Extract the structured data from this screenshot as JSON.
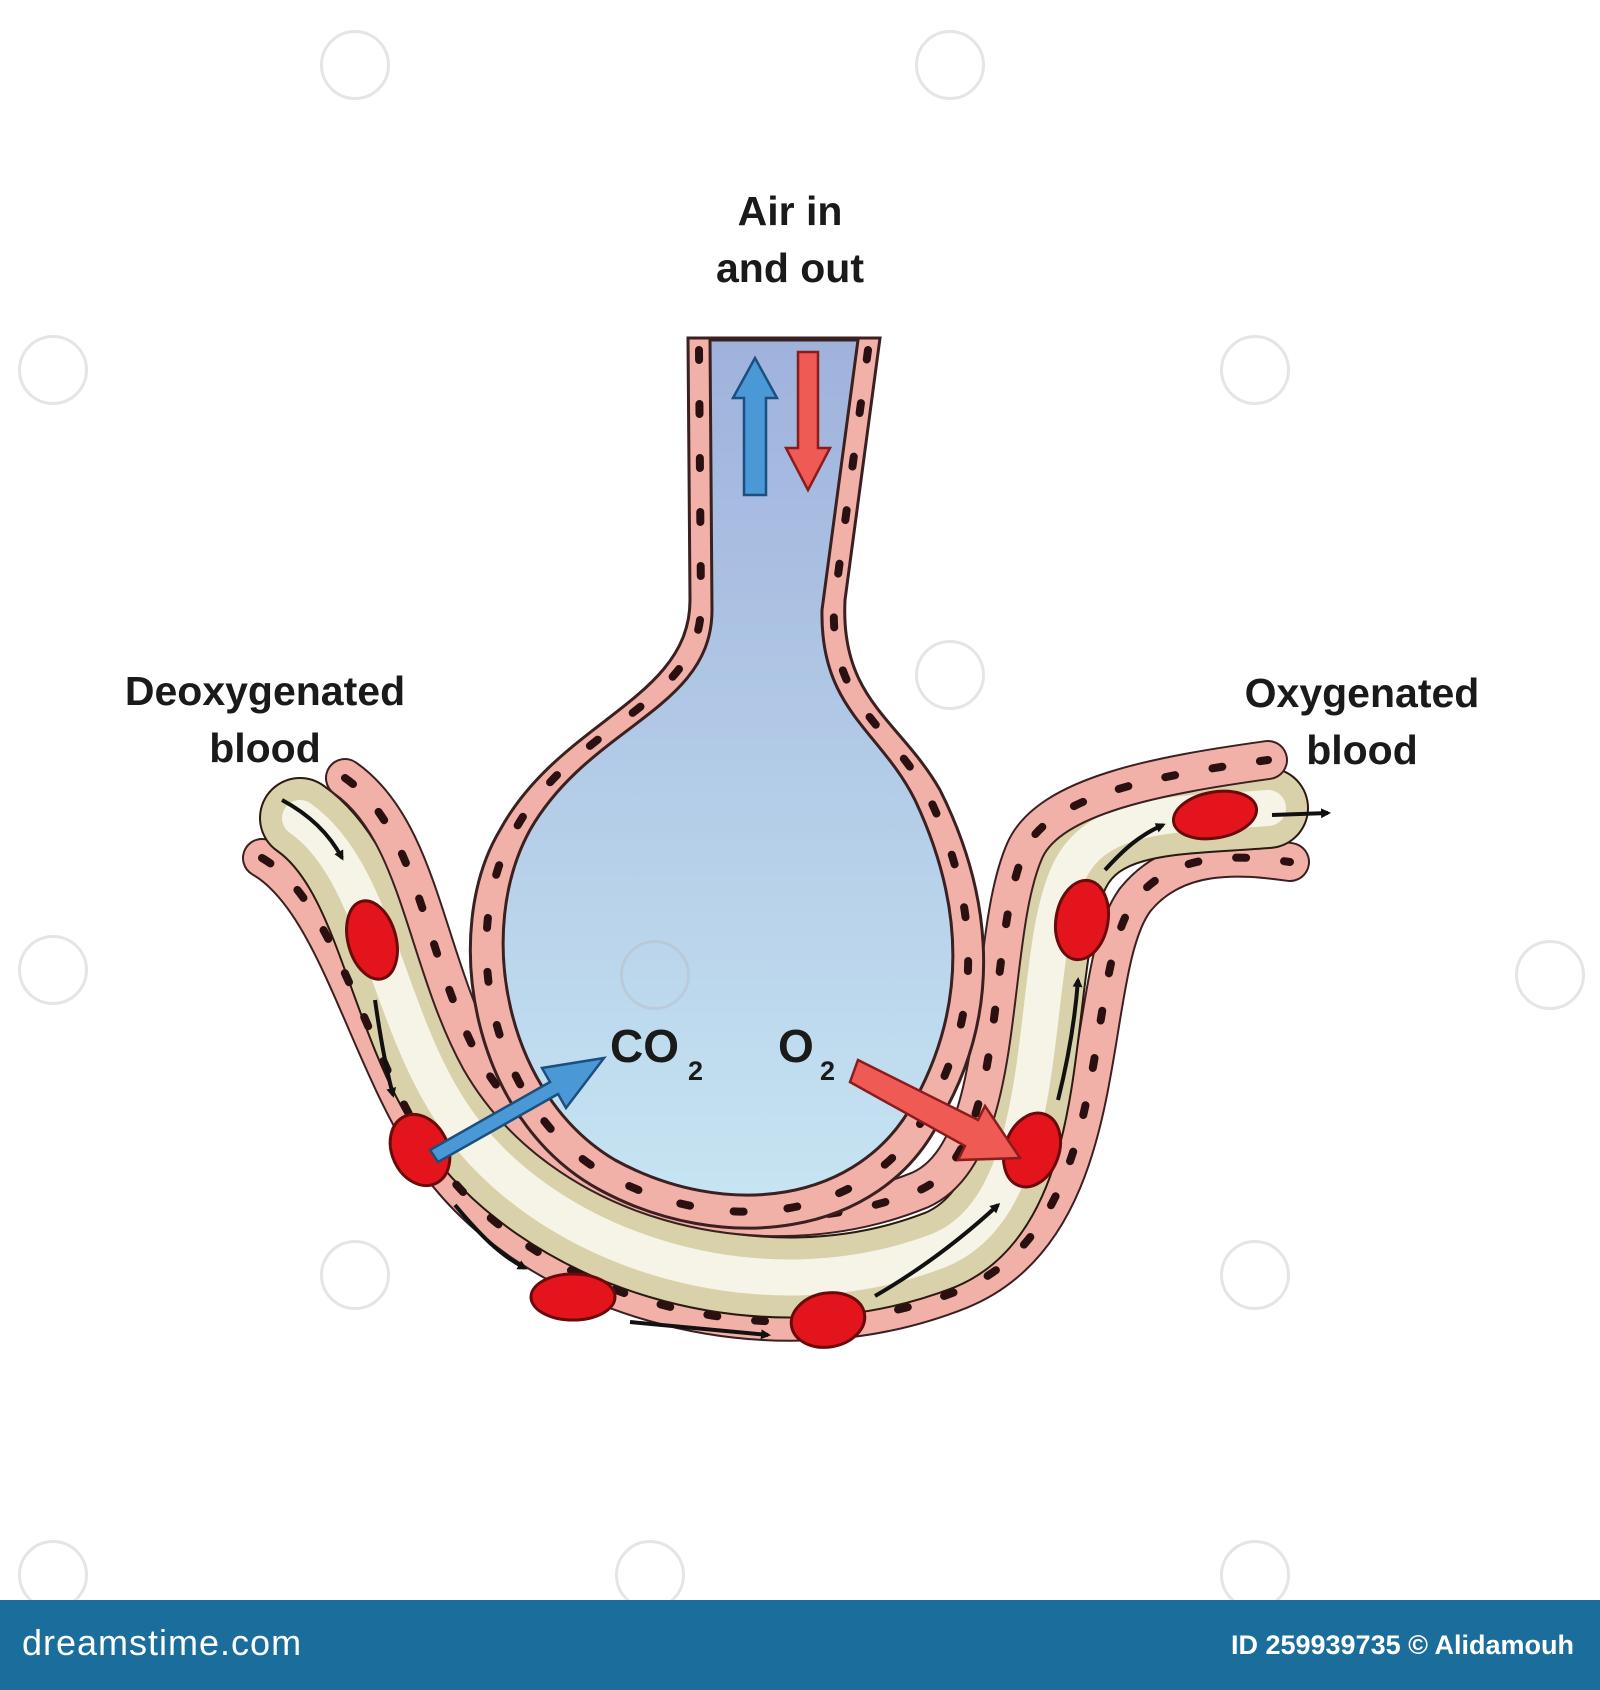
{
  "labels": {
    "air": [
      "Air in",
      "and out"
    ],
    "deoxygenated": [
      "Deoxygenated",
      "blood"
    ],
    "oxygenated": [
      "Oxygenated",
      "blood"
    ],
    "co2": {
      "main": "CO",
      "sub": "2"
    },
    "o2": {
      "main": "O",
      "sub": "2"
    }
  },
  "footer": {
    "brand": "dreamstime.com",
    "credit": "ID 259939735 © Alidamouh"
  },
  "colors": {
    "wall_fill": "#f2b1a8",
    "wall_stroke": "#3a2020",
    "nucleus": "#2a1010",
    "plasma": "#d6cfa6",
    "rbc": "#e3141c",
    "air_top": "#9fb2dc",
    "air_bottom": "#c6e4f2",
    "co2_arrow": "#4a98d6",
    "o2_arrow": "#ef5a55",
    "footer_bg": "#1b6e9c"
  },
  "icons": [
    "blue-up-arrow-icon",
    "red-down-arrow-icon",
    "co2-diffusion-arrow-icon",
    "o2-diffusion-arrow-icon",
    "flow-arrow-icon"
  ]
}
